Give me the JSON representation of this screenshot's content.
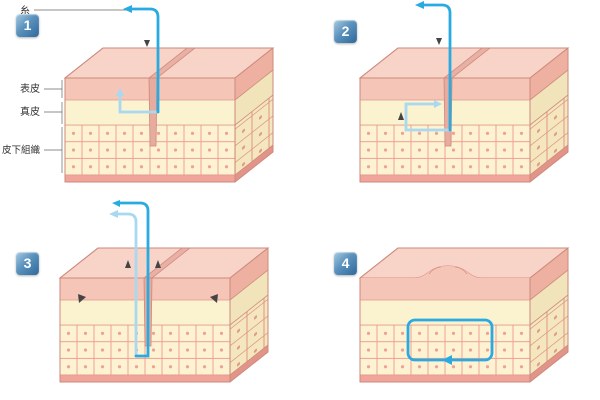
{
  "panels": [
    {
      "number": "1"
    },
    {
      "number": "2"
    },
    {
      "number": "3"
    },
    {
      "number": "4"
    }
  ],
  "labels": {
    "thread": "糸",
    "epidermis": "表皮",
    "dermis": "真皮",
    "subcutaneous": "皮下組織"
  },
  "colors": {
    "thread_dark": "#29abe2",
    "thread_light": "#a9d9f1",
    "badge_blue": "#2f689b",
    "skin_top": "#f8d3c7",
    "epidermis_front": "#f5c5b8",
    "dermis_front": "#fbf2cf",
    "subcutis_cell": "#fdf3d2",
    "cell_line": "#efa094",
    "bottom_strip": "#f0a49a"
  }
}
